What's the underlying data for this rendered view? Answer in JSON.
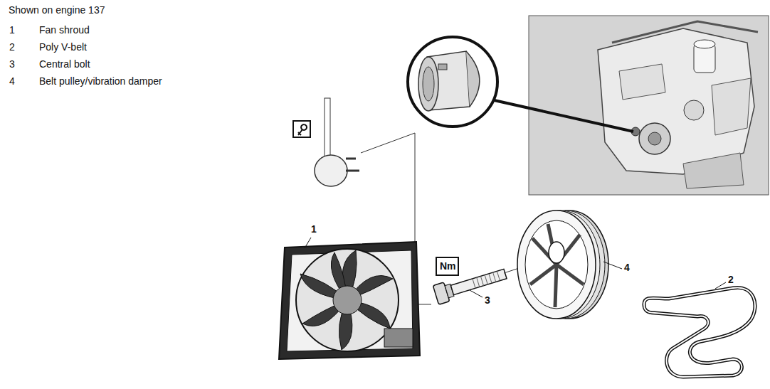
{
  "diagram": {
    "nodes": [
      {
        "text": [
          "Nm"
        ]
      }
    ],
    "labels": [
      "Shown on engine 137",
      "1",
      "Fan shroud",
      "2",
      "Poly V-belt",
      "3",
      "Central bolt",
      "4",
      "Belt pulley/vibration damper",
      "1",
      "4",
      "3",
      "2"
    ]
  }
}
